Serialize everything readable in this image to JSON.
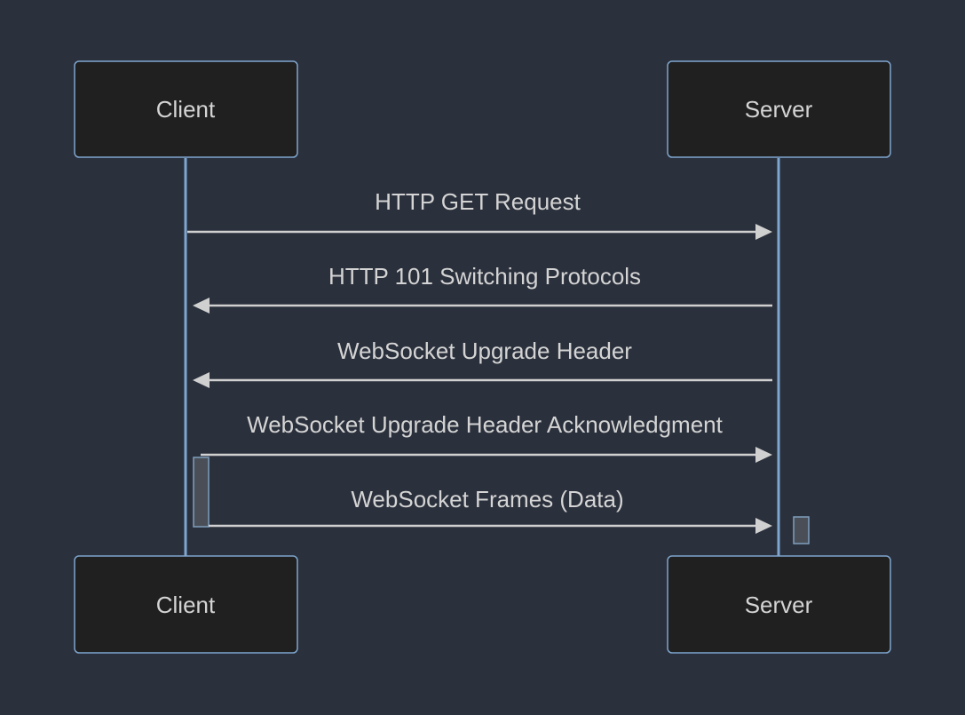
{
  "diagram": {
    "type": "sequence",
    "participants": [
      {
        "id": "client",
        "label": "Client"
      },
      {
        "id": "server",
        "label": "Server"
      }
    ],
    "messages": [
      {
        "from": "client",
        "to": "server",
        "label": "HTTP GET Request"
      },
      {
        "from": "server",
        "to": "client",
        "label": "HTTP 101 Switching Protocols"
      },
      {
        "from": "server",
        "to": "client",
        "label": "WebSocket Upgrade Header"
      },
      {
        "from": "client",
        "to": "server",
        "label": "WebSocket Upgrade Header Acknowledgment"
      },
      {
        "from": "client",
        "to": "server",
        "label": "WebSocket Frames (Data)"
      }
    ]
  },
  "colors": {
    "background": "#2a303c",
    "actor_fill": "#202020",
    "actor_border": "#7fa6cf",
    "lifeline": "#7fa6cf",
    "message_line": "#d0d0d0",
    "text": "#d4d4d4",
    "activation_fill": "#4a4f57"
  }
}
